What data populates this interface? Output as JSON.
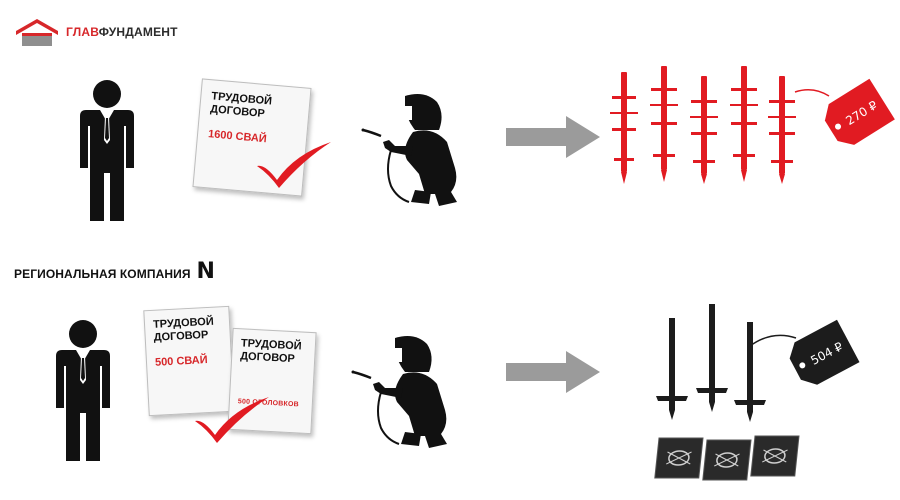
{
  "logo": {
    "brand_red": "ГЛАВ",
    "brand_dark": "ФУНДАМЕНТ"
  },
  "row1": {
    "doc": {
      "line1": "ТРУДОВОЙ",
      "line2": "ДОГОВОР",
      "quantity": "1600 СВАЙ"
    },
    "price": "270 ₽"
  },
  "row2": {
    "label": "РЕГИОНАЛЬНАЯ КОМПАНИЯ",
    "label_letter": "N",
    "doc_a": {
      "line1": "ТРУДОВОЙ",
      "line2": "ДОГОВОР",
      "quantity": "500 СВАЙ"
    },
    "doc_b": {
      "line1": "ТРУДОВОЙ",
      "line2": "ДОГОВОР",
      "quantity": "500 ОГОЛОВКОВ"
    },
    "price": "504 ₽"
  },
  "colors": {
    "accent_red": "#e11b22",
    "dark": "#222222",
    "arrow_gray": "#9b9b9b"
  },
  "icons": [
    "businessman-icon",
    "contract-document-icon",
    "checkmark-icon",
    "welder-icon",
    "arrow-right-icon",
    "screw-piles-icon",
    "price-tag-icon",
    "pile-caps-icon"
  ]
}
